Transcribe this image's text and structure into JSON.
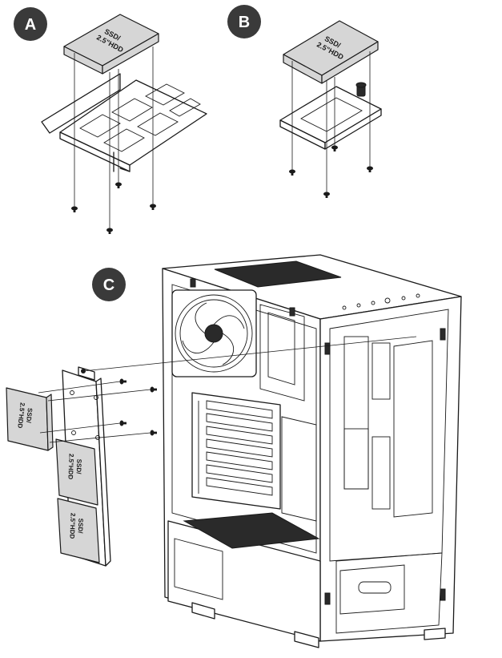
{
  "panels": [
    {
      "id": "a",
      "label": "A"
    },
    {
      "id": "b",
      "label": "B"
    },
    {
      "id": "c",
      "label": "C"
    }
  ],
  "drive_label_line1": "SSD/",
  "drive_label_line2": "2.5\"HDD",
  "colors": {
    "badge_fill": "#3a3a3a",
    "line": "#1a1a1a",
    "drive_fill": "#d6d6d6",
    "background": "#ffffff"
  },
  "icons": [
    "screw-icon",
    "thumbscrew-icon",
    "fan-icon"
  ]
}
